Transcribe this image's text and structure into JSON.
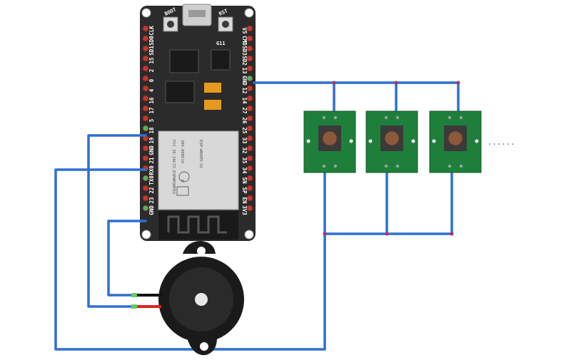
{
  "board": {
    "buttons": {
      "boot": "BOOT",
      "reset": "RST"
    },
    "module": {
      "line1": "FCC ID:2AC7Z-ESPWROOM32",
      "line2": "205-000519",
      "brand": "ESP-WROOM-32",
      "cert": "R"
    },
    "left_pins": [
      "CLK",
      "SD0",
      "SD1",
      "15",
      "2",
      "0",
      "4",
      "16",
      "17",
      "5",
      "18",
      "19",
      "GND",
      "21",
      "RX0",
      "TX0",
      "22",
      "23",
      "GND"
    ],
    "right_pins": [
      "V5",
      "CMD",
      "SD3",
      "SD2",
      "13",
      "GND",
      "12",
      "14",
      "27",
      "26",
      "25",
      "33",
      "32",
      "35",
      "34",
      "SN",
      "SP",
      "EN",
      "3V3"
    ],
    "silk_label": "G11"
  },
  "ellipsis": "......",
  "colors": {
    "wire": "#2f6fd4",
    "board": "#2b2b2b",
    "pcb": "#1e7f3b",
    "pin": "#c0392b",
    "buzzer": "#1a1a1a"
  }
}
